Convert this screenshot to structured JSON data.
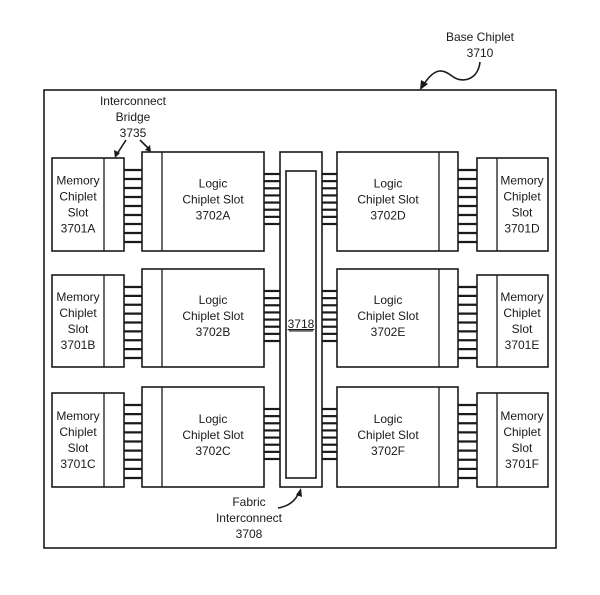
{
  "diagram": {
    "base_chiplet": {
      "label_line1": "Base Chiplet",
      "label_line2": "3710"
    },
    "interconnect_bridge": {
      "line1": "Interconnect",
      "line2": "Bridge",
      "line3": "3735"
    },
    "fabric_interconnect": {
      "line1": "Fabric",
      "line2": "Interconnect",
      "line3": "3708",
      "inner_label": "3718"
    },
    "memory_slots": [
      {
        "id": "3701A",
        "line1": "Memory",
        "line2": "Chiplet",
        "line3": "Slot",
        "line4": "3701A"
      },
      {
        "id": "3701B",
        "line1": "Memory",
        "line2": "Chiplet",
        "line3": "Slot",
        "line4": "3701B"
      },
      {
        "id": "3701C",
        "line1": "Memory",
        "line2": "Chiplet",
        "line3": "Slot",
        "line4": "3701C"
      },
      {
        "id": "3701D",
        "line1": "Memory",
        "line2": "Chiplet",
        "line3": "Slot",
        "line4": "3701D"
      },
      {
        "id": "3701E",
        "line1": "Memory",
        "line2": "Chiplet",
        "line3": "Slot",
        "line4": "3701E"
      },
      {
        "id": "3701F",
        "line1": "Memory",
        "line2": "Chiplet",
        "line3": "Slot",
        "line4": "3701F"
      }
    ],
    "logic_slots": [
      {
        "id": "3702A",
        "line1": "Logic",
        "line2": "Chiplet Slot",
        "line3": "3702A"
      },
      {
        "id": "3702B",
        "line1": "Logic",
        "line2": "Chiplet Slot",
        "line3": "3702B"
      },
      {
        "id": "3702C",
        "line1": "Logic",
        "line2": "Chiplet Slot",
        "line3": "3702C"
      },
      {
        "id": "3702D",
        "line1": "Logic",
        "line2": "Chiplet Slot",
        "line3": "3702D"
      },
      {
        "id": "3702E",
        "line1": "Logic",
        "line2": "Chiplet Slot",
        "line3": "3702E"
      },
      {
        "id": "3702F",
        "line1": "Logic",
        "line2": "Chiplet Slot",
        "line3": "3702F"
      }
    ],
    "bridge_wire_count": 9,
    "fabric_wire_count": 8
  }
}
